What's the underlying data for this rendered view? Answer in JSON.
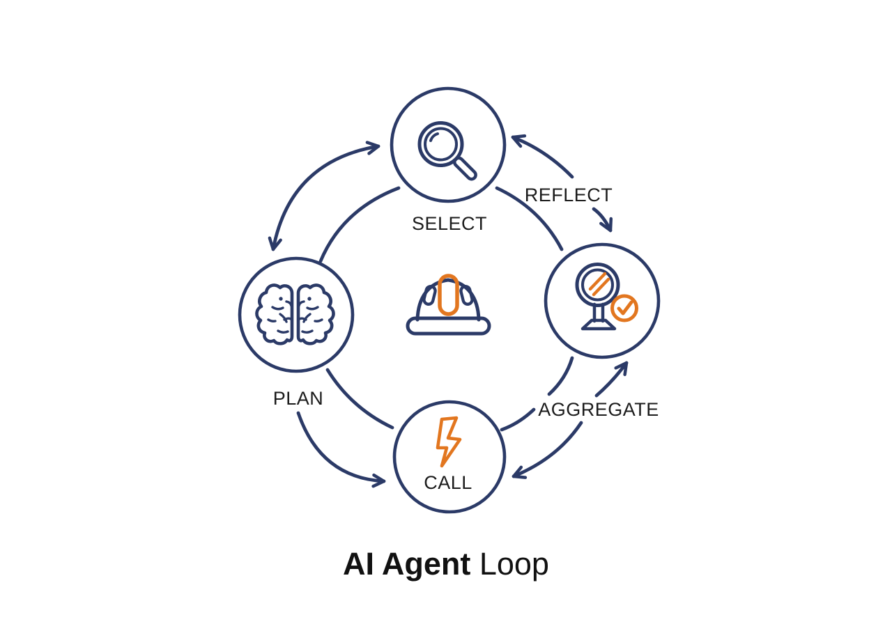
{
  "title": {
    "emphasis": "AI Agent",
    "rest": " Loop"
  },
  "labels": {
    "select": "SELECT",
    "reflect": "REFLECT",
    "plan": "PLAN",
    "aggregate": "AGGREGATE",
    "call": "CALL"
  },
  "diagram": {
    "type": "cycle",
    "center_icon": "hard-hat-icon",
    "nodes": [
      {
        "id": "select",
        "label": "SELECT",
        "icon": "magnifier-icon",
        "position": "top"
      },
      {
        "id": "reflect",
        "label": "REFLECT",
        "icon": "mirror-check-icon",
        "position": "right"
      },
      {
        "id": "call",
        "label": "CALL",
        "icon": "lightning-bolt-icon",
        "position": "bottom"
      },
      {
        "id": "plan",
        "label": "PLAN",
        "icon": "brain-icon",
        "position": "left"
      }
    ],
    "edges": [
      {
        "from": "plan",
        "to": "select",
        "arrows": "both"
      },
      {
        "from": "reflect",
        "to": "select",
        "arrows": "end"
      },
      {
        "from": "select",
        "to": "reflect",
        "arrows": "end",
        "label": "REFLECT"
      },
      {
        "from": "call",
        "to": "reflect",
        "arrows": "end",
        "label": "AGGREGATE"
      },
      {
        "from": "reflect",
        "to": "call",
        "arrows": "end"
      },
      {
        "from": "plan",
        "to": "call",
        "arrows": "end"
      },
      {
        "from": "select",
        "to": "plan",
        "arrows": "none"
      },
      {
        "from": "select",
        "to": "reflect",
        "arrows": "none"
      },
      {
        "from": "reflect",
        "to": "call",
        "arrows": "none"
      },
      {
        "from": "plan",
        "to": "call",
        "arrows": "none"
      }
    ]
  },
  "colors": {
    "navy": "#2b3a67",
    "orange": "#e2761f",
    "text": "#1b1b1b",
    "background": "#ffffff"
  }
}
